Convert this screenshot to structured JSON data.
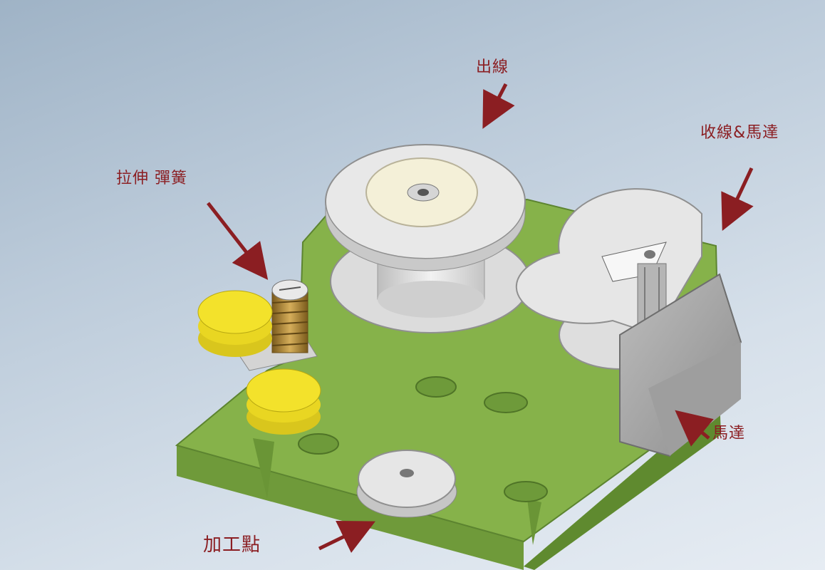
{
  "labels": {
    "wire_out": "出線",
    "take_up_motor": "收線&馬達",
    "tension_spring": "拉伸 彈簧",
    "motor": "馬達",
    "processing_point": "加工點"
  },
  "colors": {
    "background_top": "#9fb3c6",
    "background_bottom": "#e6ecf3",
    "base_plate": "#86b24a",
    "base_side": "#5f8a2f",
    "spool": "#e2e2e2",
    "yellow_pulley": "#f3e22b",
    "spring": "#b08a3a",
    "motor_block": "#a9a9a9",
    "arrow": "#8b1e22",
    "label_text": "#8b1e22"
  }
}
